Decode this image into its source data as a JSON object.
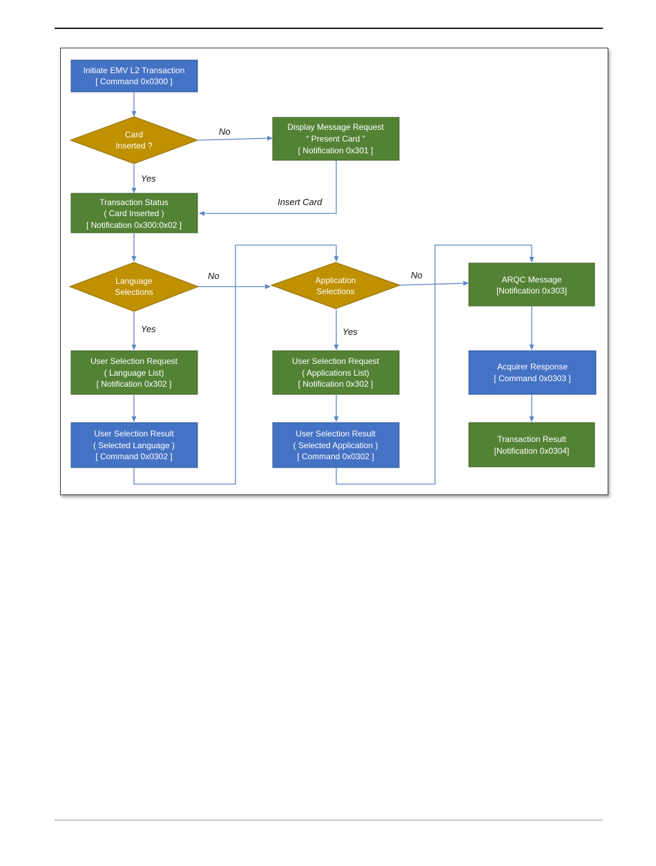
{
  "colors": {
    "command_box": "#4472c4",
    "notification_box": "#548235",
    "decision": "#bf9000",
    "connector": "#5b87c5",
    "text_on_box": "#ffffff"
  },
  "nodes": {
    "initiate": [
      "Initiate EMV L2 Transaction",
      "[ Command 0x0300 ]"
    ],
    "card_inserted": [
      "Card",
      "Inserted ?"
    ],
    "display_message": [
      "Display Message Request",
      "“ Present Card ”",
      "[ Notification 0x301 ]"
    ],
    "transaction_status": [
      "Transaction Status",
      "( Card Inserted )",
      "[ Notification 0x300:0x02 ]"
    ],
    "language_selections": [
      "Language",
      "Selections"
    ],
    "application_selections": [
      "Application",
      "Selections"
    ],
    "arqc": [
      "ARQC Message",
      "[Notification 0x303]"
    ],
    "user_sel_req_lang": [
      "User Selection Request",
      "( Language List)",
      "[ Notification 0x302 ]"
    ],
    "user_sel_req_app": [
      "User Selection Request",
      "( Applications List)",
      "[ Notification 0x302 ]"
    ],
    "acquirer_response": [
      "Acquirer Response",
      "[ Command 0x0303 ]"
    ],
    "user_sel_res_lang": [
      "User Selection Result",
      "( Selected Language )",
      "[ Command 0x0302 ]"
    ],
    "user_sel_res_app": [
      "User Selection Result",
      "( Selected Application )",
      "[ Command 0x0302 ]"
    ],
    "transaction_result": [
      "Transaction Result",
      "[Notification 0x0304]"
    ]
  },
  "edge_labels": {
    "card_no": "No",
    "card_yes": "Yes",
    "insert_card": "Insert Card",
    "lang_no": "No",
    "lang_yes": "Yes",
    "app_no": "No",
    "app_yes": "Yes"
  }
}
